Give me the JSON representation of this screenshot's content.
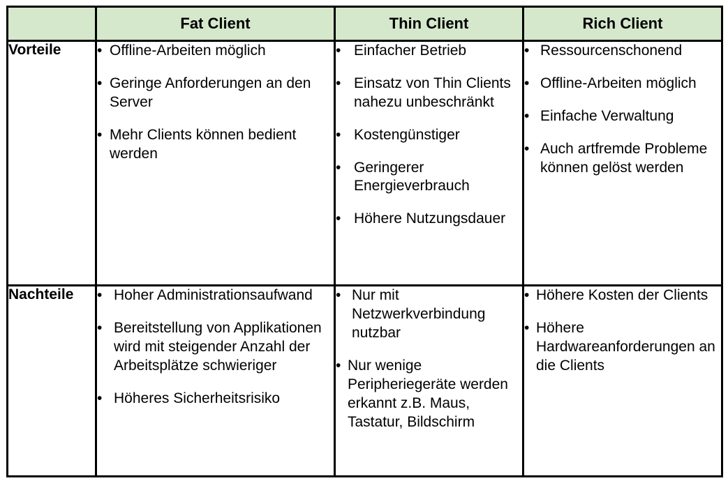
{
  "table": {
    "colors": {
      "header_background": "#d6e8cc",
      "border": "#000000",
      "text": "#000000",
      "cell_background": "#ffffff"
    },
    "headers": {
      "corner": "",
      "col1": "Fat Client",
      "col2": "Thin Client",
      "col3": "Rich Client"
    },
    "rows": [
      {
        "label": "Vorteile",
        "fat_client": [
          "Offline-Arbeiten möglich",
          "Geringe Anforderungen an den Server",
          "Mehr Clients können bedient werden"
        ],
        "thin_client": [
          "Einfacher Betrieb",
          "Einsatz von Thin Clients nahezu unbeschränkt",
          "Kostengünstiger",
          "Geringerer Energieverbrauch",
          "Höhere Nutzungsdauer"
        ],
        "rich_client": [
          "Ressourcenschonend",
          "Offline-Arbeiten möglich",
          "Einfache Verwaltung",
          "Auch artfremde Probleme können gelöst werden"
        ]
      },
      {
        "label": "Nachteile",
        "fat_client": [
          "Hoher Administrationsaufwand",
          "Bereitstellung von Applikationen wird mit steigender Anzahl der Arbeitsplätze schwieriger",
          "Höheres Sicherheitsrisiko"
        ],
        "thin_client": [
          "Nur mit Netzwerkverbindung nutzbar",
          "Nur wenige Peripheriegeräte werden erkannt z.B. Maus, Tastatur, Bildschirm"
        ],
        "rich_client": [
          "Höhere Kosten der Clients",
          "Höhere Hardwareanforderungen an die Clients"
        ]
      }
    ],
    "bullet_glyph": "•"
  }
}
